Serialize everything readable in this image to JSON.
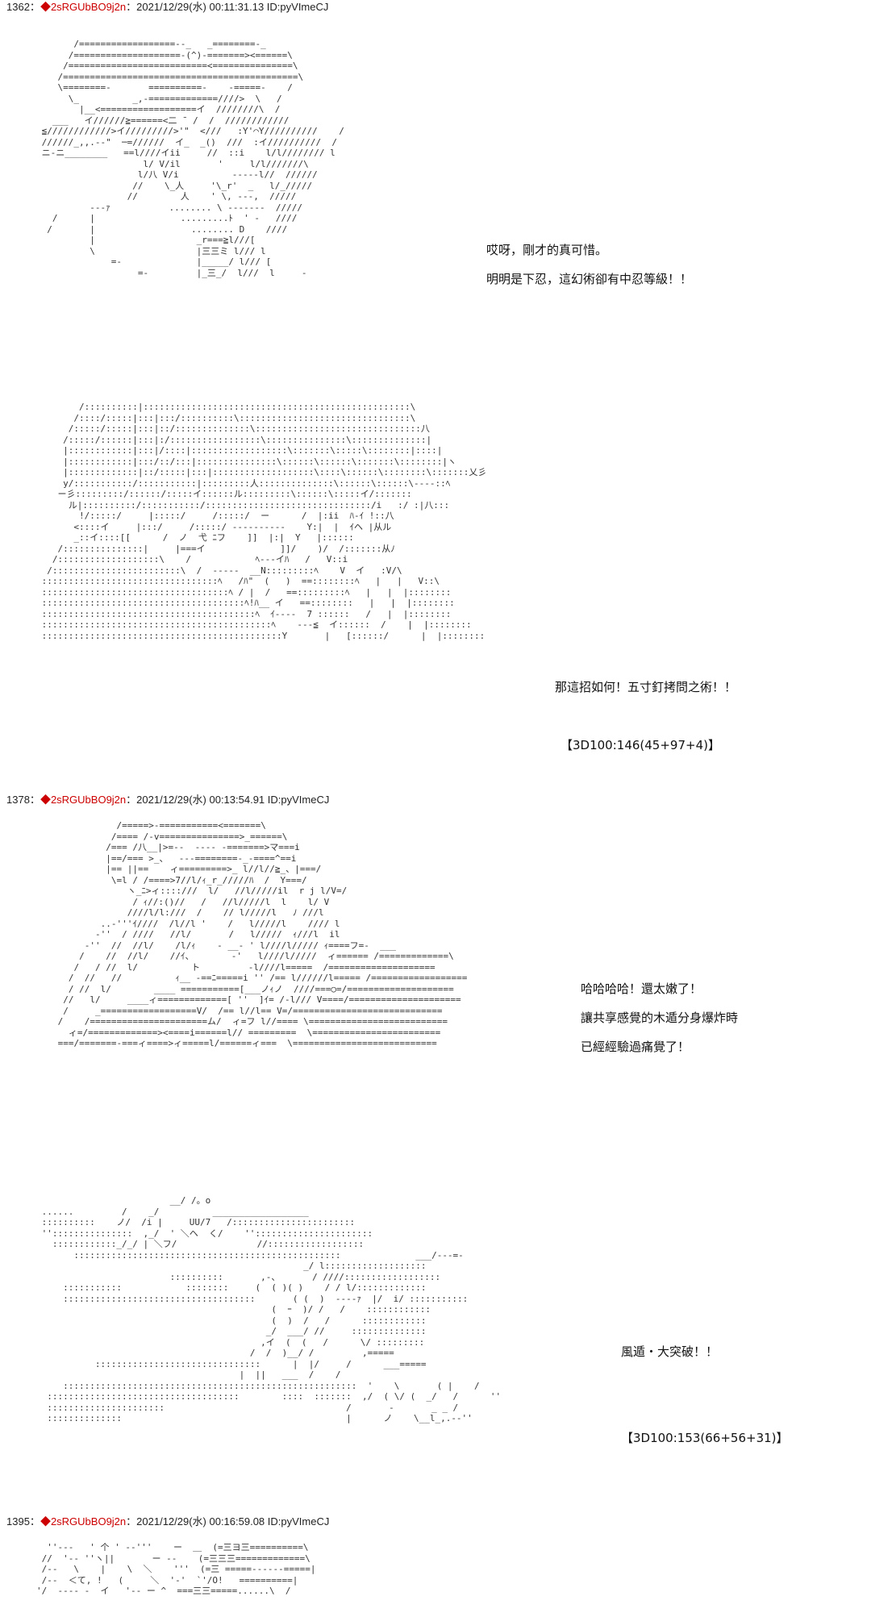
{
  "posts": [
    {
      "number": "1362",
      "separator": "：",
      "tripcode": "◆2sRGUbBO9j2n",
      "meta": "：2021/12/29(水) 00:11:31.13 ID:pyVImeCJ",
      "panels": [
        {
          "art": "       /==================--_   _========-_\n      /====================-(^)-=======><======\\\n     /==========================<===============\\\n    /============================================\\\n    \\========-       ==========-    -=====-    /\n      \\_          _,-=============////>  \\   /\n        |__<==================イ  ////////\\  /\n   ___   イ//////≧======<二 ̄  /  /  ////////////\n ≦////////////>イ/////////>'\"  <///   :Y'⌒Y//////////    /\n //////_,,.-‐\"  ─=//////  イ_  _()  ///  :イ//////////  /\n ニ-ニ________   ==l////イii     //  ::i    l/l//////// l\n                    l/ V/il       '     l/l///////\\\n                   l/八 V/i          -----l//  //////\n                  //    \\_人     '\\_r'  _   l/_/////\n                 //        人    ' \\, ---,  /////\n          ---ｧ           ........ \\ -------  /////\n   /      |                .........ﾄ  ' -   ////\n  /       |                  ........ D    ////\n          |                   _r===≧l///[\n          \\                   |三三ミ l/// l\n              =-              |_____/ l/// [\n                   =-         |_三_/  l///  l     -"
        },
        {
          "dialog": [
            "哎呀，剛才的真可惜。",
            "明明是下忍，這幻術卻有中忍等級！！"
          ]
        }
      ]
    },
    {
      "panels": [
        {
          "art": "        /::::::::::|::::::::::::::::::::::::::::::::::::::::::::::::::\\\n       /::::/:::::|:::|:::/::::::::::\\::::::::::::::::::::::::::::::::\\\n      /:::::/:::::|:::|::/::::::::::::::\\:::::::::::::::::::::::::::::::八\n     /:::::/::::::|:::|:/:::::::::::::::::\\:::::::::::::::\\::::::::::::::|\n     |::::::::::::|:::|/::::|::::::::::::::::::\\:::::::\\:::::\\::::::::|::::|\n     |::::::::::::|:::/::/:::|:::::::::::::::\\::::::\\::::::\\:::::::\\::::::::|ヽ\n     |:::::::::::::|::/:::::|:::|:::::::::::::::::::\\::::\\::::::\\::::::::\\:::::::乂彡\n     y/:::::::::::/:::::::::::|:::::::::人::::::::::::::\\::::::\\::::::\\----::ﾍ\n    ー彡:::::::::/::::::/:::::イ::::::ル:::::::::\\::::::\\:::::イ/:::::::\n      ル|::::::::::/:::::::::::/:::::::::::::::::::::::::::::::/i   :/ :|八:::\n        !/:::::/     |:::::/     /:::::/  ー      /  |:ii  ﾊ-ｲ !::八\n       <::::イ     |:::/     /:::::/ ----------    Y:|  |  ｲヘ |从ル\n       _::イ::::[[      /  ノ  弋 ﾆフ    ]]  |:|  Y   |::::::\n    /:::::::::::::::|     |===イ              ]]/    )/  /:::::::从ﾉ\n   /:::::::::::::::::::\\    /            ﾍ---イﾊ   /   V::i\n  /::::::::::::::::::::::::\\  /  -----  __N:::::::::ﾍ    V  イ   :V/\\\n :::::::::::::::::::::::::::::::::ﾍ   /ﾊ\"  (   )  ==::::::::ﾍ   |   |   V::\\\n :::::::::::::::::::::::::::::::::::ﾍ / |  /   ==:::::::::ﾍ   |   |  |::::::::\n ::::::::::::::::::::::::::::::::::::::ﾍ!ﾊ__ イ   ==::::::::   |   |  |::::::::\n ::::::::::::::::::::::::::::::::::::::::ﾍ  ｲ----  7 ::::::   /   |  |::::::::\n :::::::::::::::::::::::::::::::::::::::::::ﾍ    ---≦  イ::::::  /    |  |::::::::\n :::::::::::::::::::::::::::::::::::::::::::::Y       |   [::::::/      |  |::::::::"
        },
        {
          "dialog": [
            "那這招如何！五寸釘拷問之術！！"
          ],
          "dice": "【3D100:146(45+97+4)】"
        }
      ]
    },
    {
      "number": "1378",
      "separator": "：",
      "tripcode": "◆2sRGUbBO9j2n",
      "meta": "：2021/12/29(水) 00:13:54.91 ID:pyVImeCJ",
      "panels": [
        {
          "art": "            /=====>-===========<=======\\\n           /==== /-v===============>_======\\\n          /=== /八__|>=--  ---- -=======>マ===i\n          |==/=== >_、  ---========-_-====^==i\n          |== ||==    ィ=========>_ l//l//≧_、|===/\n           \\=l / /====>7//l/ｨ_r_/////ﾊ  /  Y===/\n              ヽ_ﾆ>ィ::::///  l/   //l/////il  r j l/V=/\n               / ｨ//:()//   /   //l/////l  l    l/ V\n              ////l/l:///  /    // l/////l   ﾉ ///l\n         ..-'''ｲ////  /l//l '    /   l/////l    //// l\n        -''  / ////   //l/       /   l/////  ｨ///l  il\n      -''  //  //l/    /l/ｨ    - __- ' l////l///// ｨ====フ=-  ___\n     /    //  //l/    //ｲ、       ‐'   l////l/////  ィ====== /=============\\\n    /   / //  l/          ト         -l////l=====  /====================\n   /  //   //          ｨ__ -==ﾆ=====i '' /== l//////l===== /==================\n   / //  l/        ____ ===========[___ノｨノ  ////===○=/====================\n  //   l/     ____ィ=============[ ''  ]ｲ= /-l/// V====/=====================\n  /     _==================V/  /== l//l== V=/============================\n /    /======================ム/  ィ=フ l//==== \\==========================\n   ィ=/=============><====i======l// =========  \\========================\n ===/=======-===ィ====>ィ=====l/======ィ===  \\==========================="
        },
        {
          "dialog": [
            "哈哈哈哈！還太嫩了！",
            "讓共享感覺的木遁分身爆炸時",
            "已經經驗過痛覺了！"
          ]
        }
      ]
    },
    {
      "panels": [
        {
          "art": "                         __/ /。o\n ......         /    _/          __________________\n ::::::::::    ノ/  /i |     UU/7   /:::::::::::::::::::::::\n '':::::::::::::::  ,_/  ' ＼ヘ  く/    ''::::::::::::::::::::::\n   ::::::::::::_/_/ | ＼フ/               //::::::::::::::::::\n       ::::::::::::::::::::::::::::::::::::::::::::::::::              ___/---=-\n                                                  _/ l:::::::::::::::::::\n                         ::::::::::       ,-、      / ////::::::::::::::::::\n     :::::::::::            ::::::::     (  ( )( )    / / l/:::::::::::::\n     ::::::::::::::::::::::::::::::::::::       ( (  )  ----ｧ  |/  i/ :::::::::::\n                                            (  ｰ  )/ /   /    ::::::::::::\n                                            (  )  /   /      ::::::::::::\n                                           _/  ___/ //     ::::::::::::::\n                                          ,イ  (  (   /      \\/ :::::::::\n                                        /  /  )__/ /         ,=====\n           :::::::::::::::::::::::::::::::      |  |/     /      ___=====\n                                      |  ||   ___  /    /\n     :::::::::::::::::::::::::::::::::::::::::::::::::::::::  '    \\       ( |    /\n  ::::::::::::::::::::::::::::::::::::        ::::  :::::::  ,/  ( \\/ (  _/   /      ''\n  ::::::::::::::::::::::                                  /       -       _ _ /\n  ::::::::::::::                                          |      ノ    \\__l_,.-‐''"
        },
        {
          "dialog": [
            "風遁・大突破！！"
          ],
          "dice": "【3D100:153(66+56+31)】"
        }
      ]
    },
    {
      "number": "1395",
      "separator": "：",
      "tripcode": "◆2sRGUbBO9j2n",
      "meta": "：2021/12/29(水) 00:16:59.08 ID:pyVImeCJ",
      "panels": [
        {
          "art": "  ''---   ' 个 ' --'''    ー  ＿  (=三ヨ三==========\\\n //  '-- ''ヽ||       ー --    (=三三三=============\\\n /--   \\    |    \\  ＼    '''  (=三 =====------=====|\n /--  ＜て, !   (     ＼  '-'  `'/O!   ==========|\n'/  ---- -  イ   '-- ー ^  ===三三=====......\\  /"
        }
      ]
    }
  ]
}
